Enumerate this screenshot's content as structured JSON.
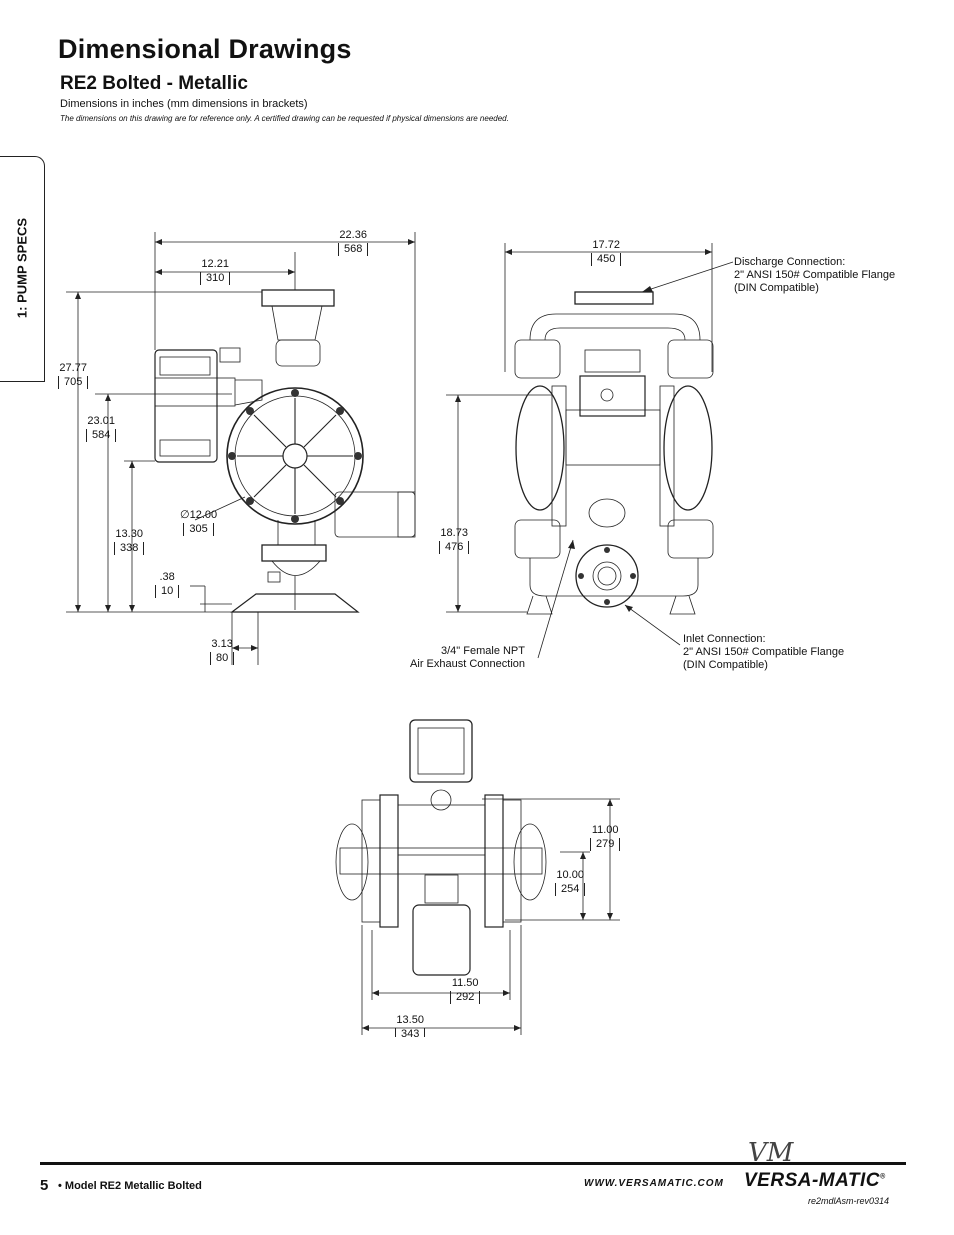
{
  "header": {
    "title": "Dimensional Drawings",
    "subtitle": "RE2 Bolted - Metallic",
    "note_units": "Dimensions in inches (mm dimensions in brackets)",
    "note_disclaimer": "The dimensions on this drawing are for reference only.  A certified drawing can be requested if physical dimensions are needed."
  },
  "side_tab": {
    "label": "1: PUMP SPECS"
  },
  "side_view": {
    "d1": {
      "in": "22.36",
      "mm": "568"
    },
    "d2": {
      "in": "12.21",
      "mm": "310"
    },
    "d3": {
      "in": "27.77",
      "mm": "705"
    },
    "d4": {
      "in": "23.01",
      "mm": "584"
    },
    "d5": {
      "in": "13.30",
      "mm": "338"
    },
    "d6": {
      "in": "12.00",
      "mm": "305",
      "symbol": "∅"
    },
    "d7": {
      "in": ".38",
      "mm": "10"
    },
    "d8": {
      "in": "3.13",
      "mm": "80"
    }
  },
  "front_view": {
    "d1": {
      "in": "17.72",
      "mm": "450"
    },
    "d2": {
      "in": "18.73",
      "mm": "476"
    },
    "discharge": [
      "Discharge Connection:",
      "2\" ANSI 150# Compatible Flange",
      "(DIN Compatible)"
    ],
    "exhaust": [
      "3/4\" Female NPT",
      "Air Exhaust Connection"
    ],
    "inlet": [
      "Inlet Connection:",
      "2\" ANSI 150# Compatible Flange",
      "(DIN Compatible)"
    ]
  },
  "top_view": {
    "d1": {
      "in": "11.00",
      "mm": "279"
    },
    "d2": {
      "in": "10.00",
      "mm": "254"
    },
    "d3": {
      "in": "11.50",
      "mm": "292"
    },
    "d4": {
      "in": "13.50",
      "mm": "343"
    }
  },
  "footer": {
    "page": "5",
    "model": "• Model RE2 Metallic Bolted",
    "url": "WWW.VERSAMATIC.COM",
    "logo_script": "VM",
    "logo": "VERSA-MATIC",
    "logo_mark": "®",
    "rev": "re2mdlAsm-rev0314"
  }
}
